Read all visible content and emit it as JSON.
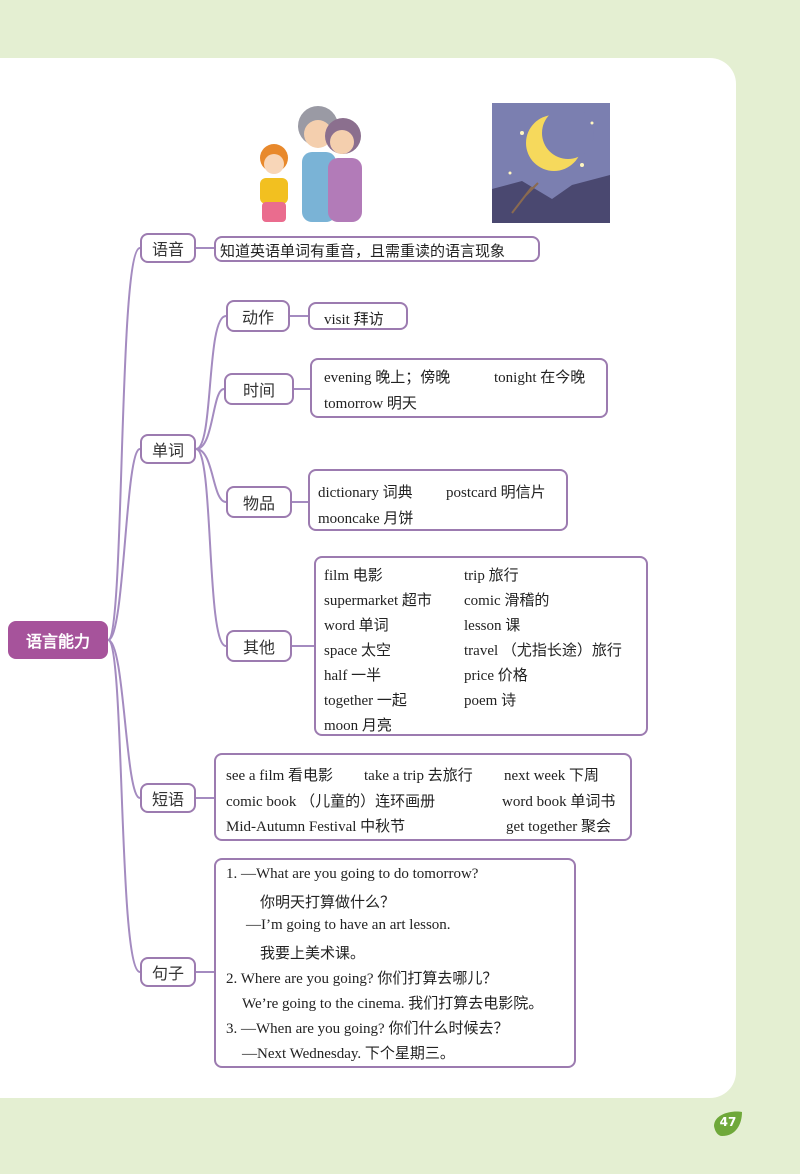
{
  "root": {
    "label": "语言能力"
  },
  "pronunciation": {
    "label": "语音",
    "text": "知道英语单词有重音，且需重读的语言现象"
  },
  "words": {
    "label": "单词",
    "action": {
      "label": "动作",
      "items": [
        "visit 拜访"
      ]
    },
    "time": {
      "label": "时间",
      "items": [
        "evening 晚上；傍晚",
        "tonight 在今晚",
        "tomorrow 明天"
      ]
    },
    "objects": {
      "label": "物品",
      "items": [
        "dictionary 词典",
        "postcard 明信片",
        "mooncake 月饼"
      ]
    },
    "others": {
      "label": "其他",
      "items": [
        "film 电影",
        "trip 旅行",
        "supermarket 超市",
        "comic 滑稽的",
        "word 单词",
        "lesson 课",
        "space 太空",
        "travel （尤指长途）旅行",
        "half 一半",
        "price 价格",
        "together 一起",
        "poem 诗",
        "moon 月亮"
      ]
    }
  },
  "phrases": {
    "label": "短语",
    "items": [
      "see a film 看电影",
      "take a trip 去旅行",
      "next week 下周",
      "comic book （儿童的）连环画册",
      "word book 单词书",
      "Mid-Autumn Festival 中秋节",
      "get together 聚会"
    ]
  },
  "sentences": {
    "label": "句子",
    "lines": [
      "1. —What are you going to do tomorrow?",
      "你明天打算做什么？",
      "—I’m going to have an art lesson.",
      "我要上美术课。",
      "2. Where are you going? 你们打算去哪儿？",
      "We’re going to the cinema. 我们打算去电影院。",
      "3. —When are you going? 你们什么时候去？",
      "—Next Wednesday. 下个星期三。"
    ]
  },
  "page": {
    "number": "47"
  },
  "colors": {
    "accent": "#a6539b",
    "border": "#9c7bb0",
    "background": "#e4efd2"
  }
}
